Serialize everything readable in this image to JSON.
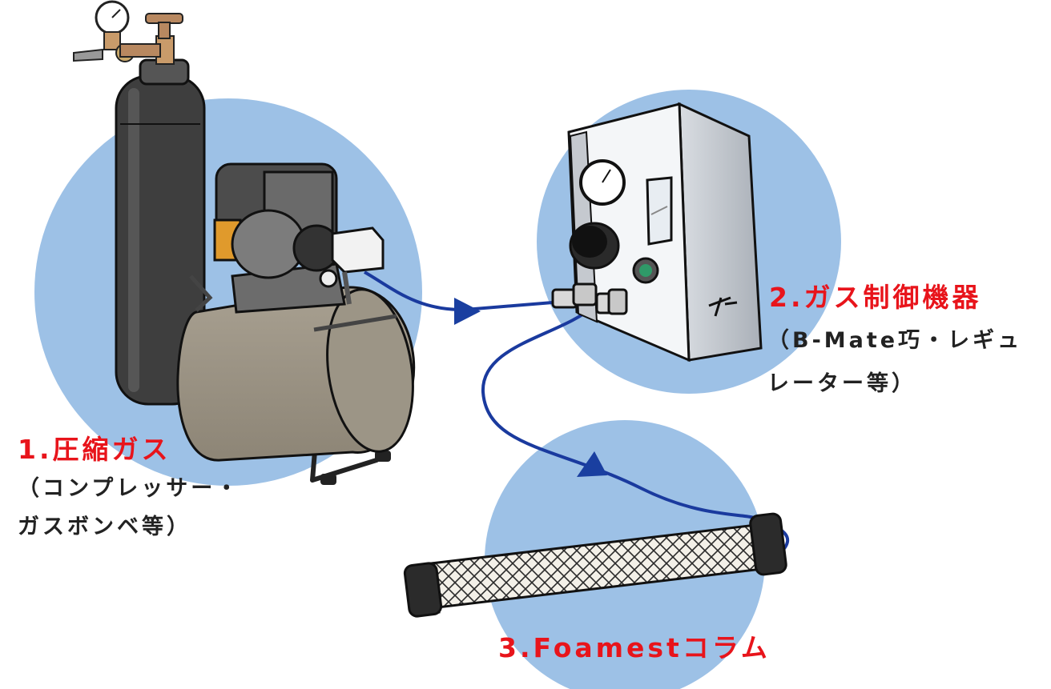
{
  "colors": {
    "title": "#e8141b",
    "subtitle": "#222222",
    "circle": "#9dc1e6",
    "hose": "#1a3a9e",
    "arrow": "#1a3fa0"
  },
  "steps": [
    {
      "title": "1.圧縮ガス",
      "sub_line1": "（コンプレッサー・",
      "sub_line2": "ガスボンベ等）"
    },
    {
      "title": "2.ガス制御機器",
      "sub_line1": "（B-Mate巧・レギュ",
      "sub_line2": "レーター等）"
    },
    {
      "title": "3.Foamestコラム"
    }
  ]
}
